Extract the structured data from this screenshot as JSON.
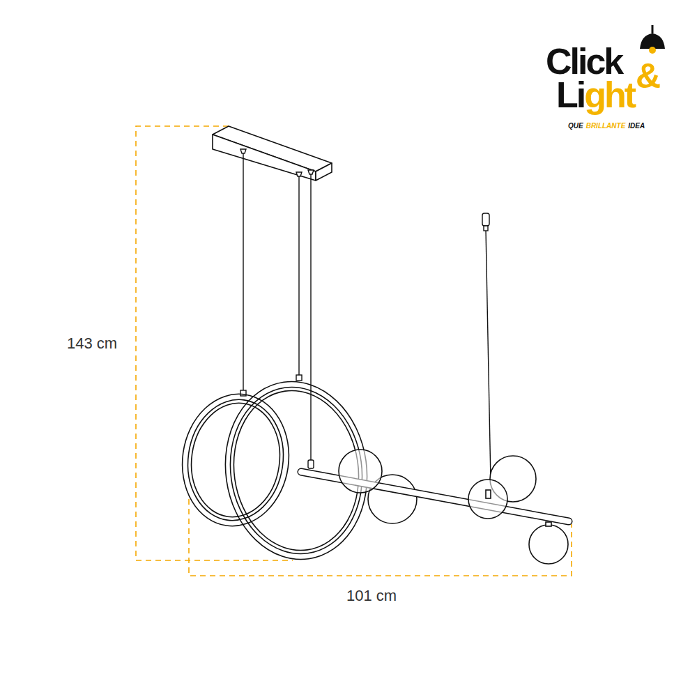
{
  "diagram": {
    "labels": [
      "143 cm",
      "101 cm",
      "Click",
      "&",
      "Li",
      "ght",
      "QUE",
      "BRILLANTE",
      "IDEA"
    ]
  }
}
